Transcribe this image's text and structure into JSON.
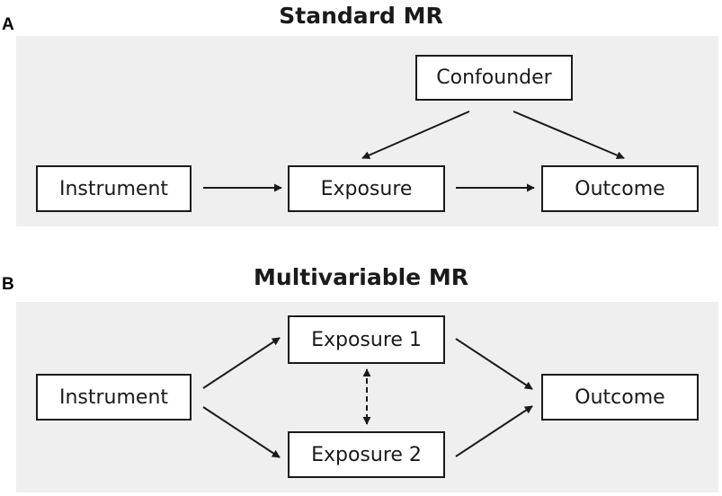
{
  "panel_a": {
    "letter": "A",
    "title": "Standard MR",
    "nodes": {
      "confounder": "Confounder",
      "instrument": "Instrument",
      "exposure": "Exposure",
      "outcome": "Outcome"
    }
  },
  "panel_b": {
    "letter": "B",
    "title": "Multivariable MR",
    "nodes": {
      "exposure1": "Exposure 1",
      "exposure2": "Exposure 2",
      "instrument": "Instrument",
      "outcome": "Outcome"
    }
  },
  "colors": {
    "panel_background": "#efefef",
    "line": "#1a1a1a"
  }
}
